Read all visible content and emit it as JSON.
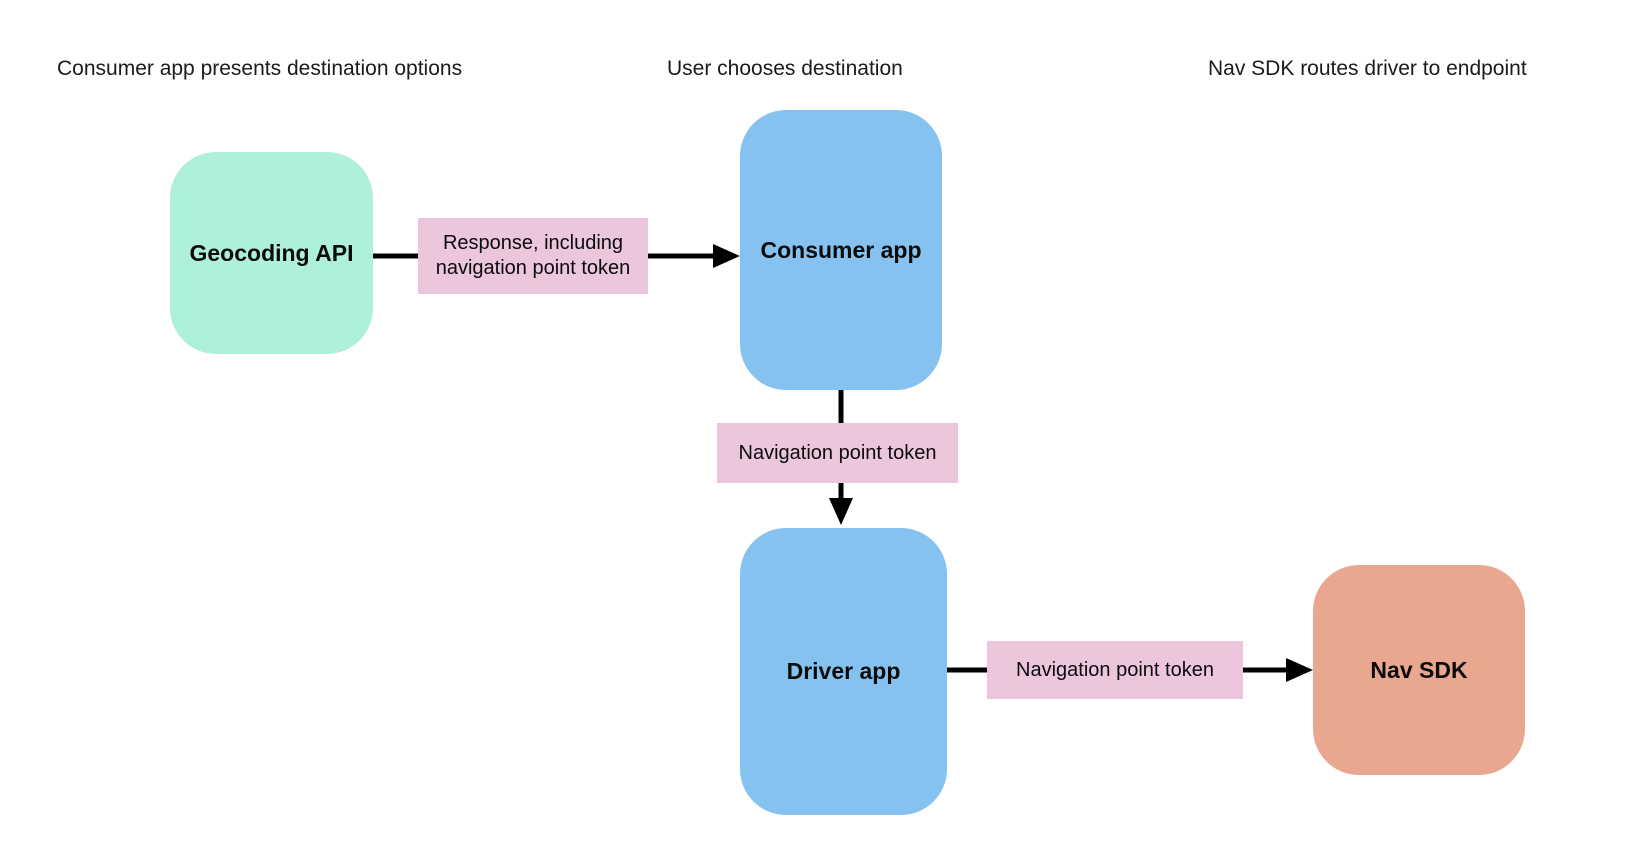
{
  "diagram": {
    "headers": [
      {
        "text": "Consumer app presents destination options"
      },
      {
        "text": "User chooses destination"
      },
      {
        "text": "Nav SDK routes driver to endpoint"
      }
    ],
    "nodes": [
      {
        "id": "geocoding-api",
        "label": "Geocoding API",
        "color": "#aff0d8"
      },
      {
        "id": "consumer-app",
        "label": "Consumer app",
        "color": "#85c2f0"
      },
      {
        "id": "driver-app",
        "label": "Driver app",
        "color": "#85c2f0"
      },
      {
        "id": "nav-sdk",
        "label": "Nav SDK",
        "color": "#e8a78e"
      }
    ],
    "edges": [
      {
        "from": "geocoding-api",
        "to": "consumer-app",
        "label": "Response, including navigation point token"
      },
      {
        "from": "consumer-app",
        "to": "driver-app",
        "label": "Navigation point token"
      },
      {
        "from": "driver-app",
        "to": "nav-sdk",
        "label": "Navigation point token"
      }
    ],
    "colors": {
      "edge_label_bg": "#ecc6dc",
      "arrow": "#000000",
      "header_text": "#1b1b1d",
      "node_text": "#0b0b0c",
      "background": "#ffffff"
    }
  }
}
